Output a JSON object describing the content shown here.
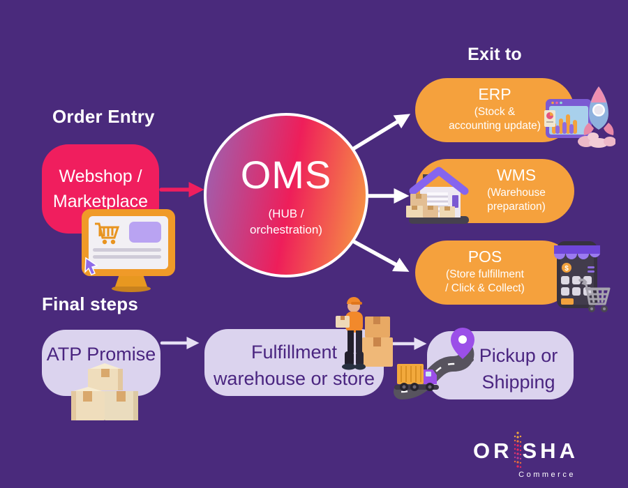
{
  "palette": {
    "background": "#4A2A7C",
    "pink": "#F01E5E",
    "orange": "#F5A13D",
    "lavender": "#DBD3EE",
    "dark_purple_text": "#4A2580",
    "white": "#FFFFFF",
    "oms_gradient": [
      "#9A64B4",
      "#EE1E5A",
      "#F7A042"
    ]
  },
  "headings": {
    "order_entry": "Order Entry",
    "exit_to": "Exit to",
    "final_steps": "Final steps"
  },
  "order_entry_box": {
    "lines": [
      "Webshop /",
      "Marketplace"
    ]
  },
  "oms": {
    "title": "OMS",
    "subtitle_lines": [
      "(HUB /",
      "orchestration)"
    ]
  },
  "exits": [
    {
      "title": "ERP",
      "lines": [
        "(Stock &",
        "accounting update)"
      ],
      "icon": "rocket-dashboard-icon"
    },
    {
      "title": "WMS",
      "lines": [
        "(Warehouse",
        "preparation)"
      ],
      "icon": "warehouse-icon"
    },
    {
      "title": "POS",
      "lines": [
        "(Store fulfillment",
        "/ Click & Collect)"
      ],
      "icon": "pos-terminal-cart-icon"
    }
  ],
  "final_steps": {
    "atp": {
      "label": "ATP Promise",
      "icon": "cardboard-boxes-icon"
    },
    "fulfillment": {
      "lines": [
        "Fulfillment",
        "warehouse or store"
      ],
      "icon": "worker-with-boxes-icon"
    },
    "pickup": {
      "lines": [
        "Pickup or",
        "Shipping"
      ],
      "icon": "road-truck-pin-icon"
    }
  },
  "logo": {
    "name": "ORISHA",
    "name_left": "OR",
    "name_right": "SHA",
    "sub": "Commerce"
  }
}
